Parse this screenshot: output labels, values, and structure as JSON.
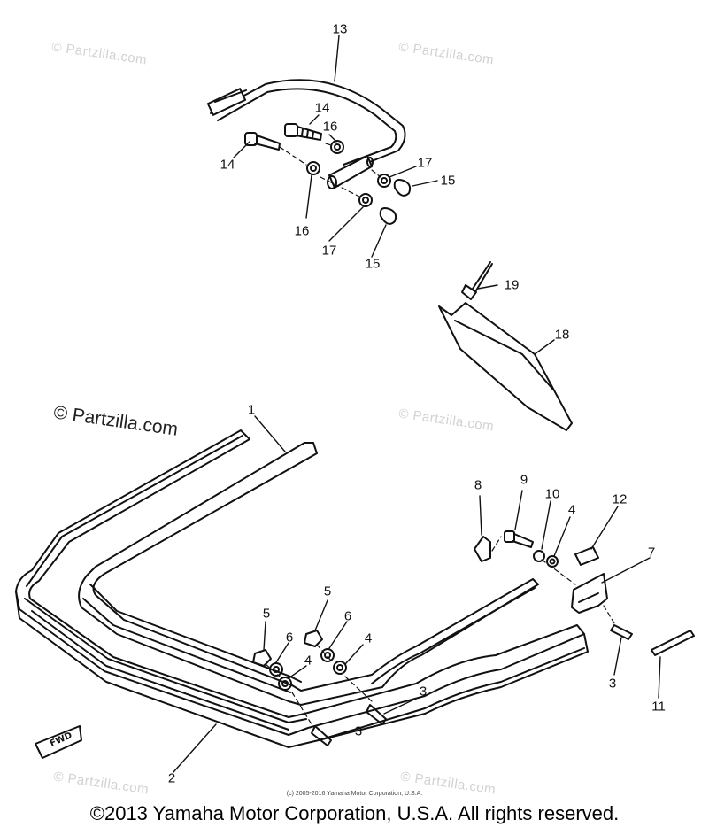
{
  "watermarks": {
    "text": "© Partzilla.com",
    "main": "© Partzilla.com"
  },
  "callouts": {
    "c1": "1",
    "c2": "2",
    "c3a": "3",
    "c3b": "3",
    "c3c": "3",
    "c4a": "4",
    "c4b": "4",
    "c4c": "4",
    "c5a": "5",
    "c5b": "5",
    "c6a": "6",
    "c6b": "6",
    "c7": "7",
    "c8": "8",
    "c9": "9",
    "c10": "10",
    "c11": "11",
    "c12": "12",
    "c13": "13",
    "c14a": "14",
    "c14b": "14",
    "c15a": "15",
    "c15b": "15",
    "c16a": "16",
    "c16b": "16",
    "c17a": "17",
    "c17b": "17",
    "c18": "18",
    "c19": "19"
  },
  "fwd_label": "FWD",
  "copyright_small": "(c) 2005-2016 Yamaha Motor Corporation, U.S.A.",
  "copyright_main": "©2013 Yamaha Motor Corporation, U.S.A. All rights reserved."
}
